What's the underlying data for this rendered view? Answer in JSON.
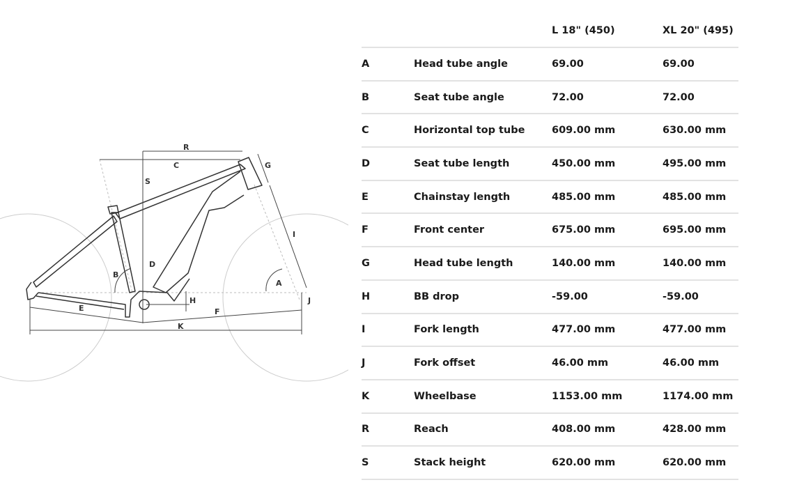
{
  "diagram": {
    "labels": {
      "R": "R",
      "C": "C",
      "S": "S",
      "G": "G",
      "I": "I",
      "D": "D",
      "B": "B",
      "A": "A",
      "H": "H",
      "J": "J",
      "E": "E",
      "F": "F",
      "K": "K"
    }
  },
  "table": {
    "columns": [
      "",
      "",
      "L 18\" (450)",
      "XL 20\" (495)"
    ],
    "rows": [
      {
        "key": "A",
        "name": "Head tube angle",
        "l": "69.00",
        "xl": "69.00"
      },
      {
        "key": "B",
        "name": "Seat tube angle",
        "l": "72.00",
        "xl": "72.00"
      },
      {
        "key": "C",
        "name": "Horizontal top tube",
        "l": "609.00 mm",
        "xl": "630.00 mm"
      },
      {
        "key": "D",
        "name": "Seat tube length",
        "l": "450.00 mm",
        "xl": "495.00 mm"
      },
      {
        "key": "E",
        "name": "Chainstay length",
        "l": "485.00 mm",
        "xl": "485.00 mm"
      },
      {
        "key": "F",
        "name": "Front center",
        "l": "675.00 mm",
        "xl": "695.00 mm"
      },
      {
        "key": "G",
        "name": "Head tube length",
        "l": "140.00 mm",
        "xl": "140.00 mm"
      },
      {
        "key": "H",
        "name": "BB drop",
        "l": "-59.00",
        "xl": "-59.00"
      },
      {
        "key": "I",
        "name": "Fork length",
        "l": "477.00 mm",
        "xl": "477.00 mm"
      },
      {
        "key": "J",
        "name": "Fork offset",
        "l": "46.00 mm",
        "xl": "46.00 mm"
      },
      {
        "key": "K",
        "name": "Wheelbase",
        "l": "1153.00 mm",
        "xl": "1174.00 mm"
      },
      {
        "key": "R",
        "name": "Reach",
        "l": "408.00 mm",
        "xl": "428.00 mm"
      },
      {
        "key": "S",
        "name": "Stack height",
        "l": "620.00 mm",
        "xl": "620.00 mm"
      }
    ]
  }
}
